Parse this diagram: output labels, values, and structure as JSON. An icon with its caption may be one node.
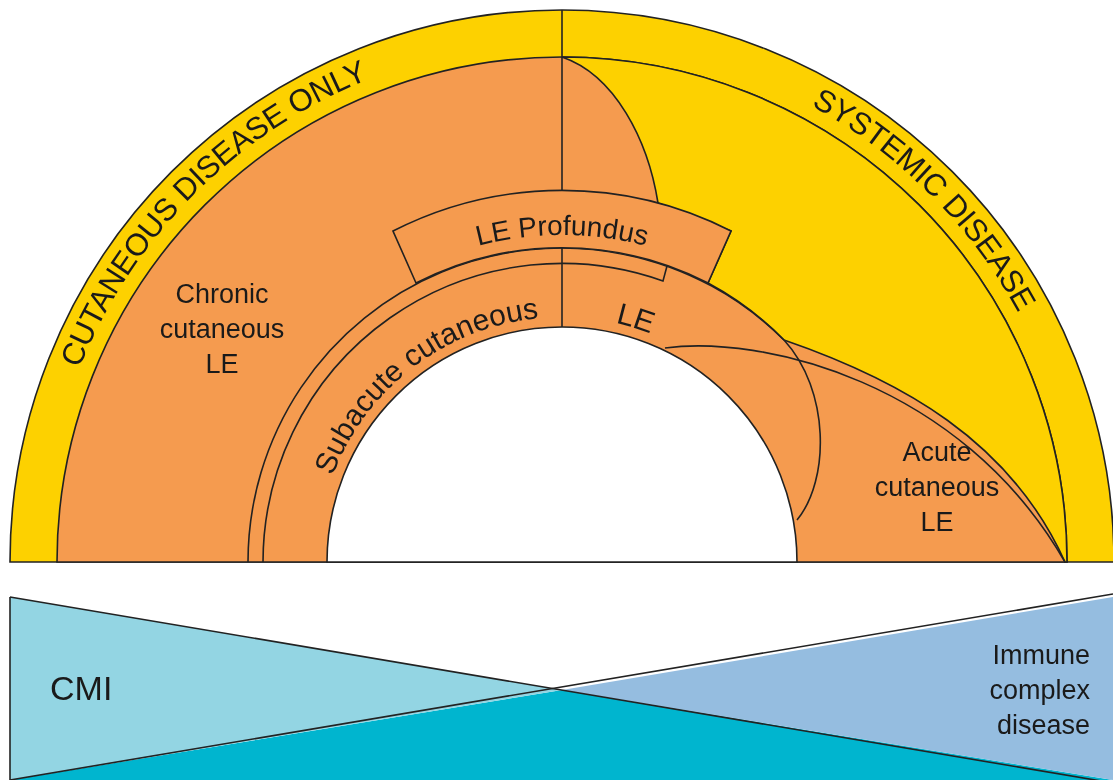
{
  "diagram": {
    "nodes": [
      {
        "text": [
          "CUTANEOUS DISEASE ONLY"
        ]
      },
      {
        "text": [
          "SYSTEMIC DISEASE"
        ]
      },
      {
        "text": [
          "Chronic cutaneous LE"
        ]
      },
      {
        "text": [
          "LE Profundus"
        ]
      },
      {
        "text": [
          "Subacute cutaneous",
          "LE"
        ]
      },
      {
        "text": [
          "Acute cutaneous LE"
        ]
      },
      {
        "text": [
          "CMI"
        ]
      },
      {
        "text": [
          "Immune complex disease"
        ]
      }
    ]
  }
}
